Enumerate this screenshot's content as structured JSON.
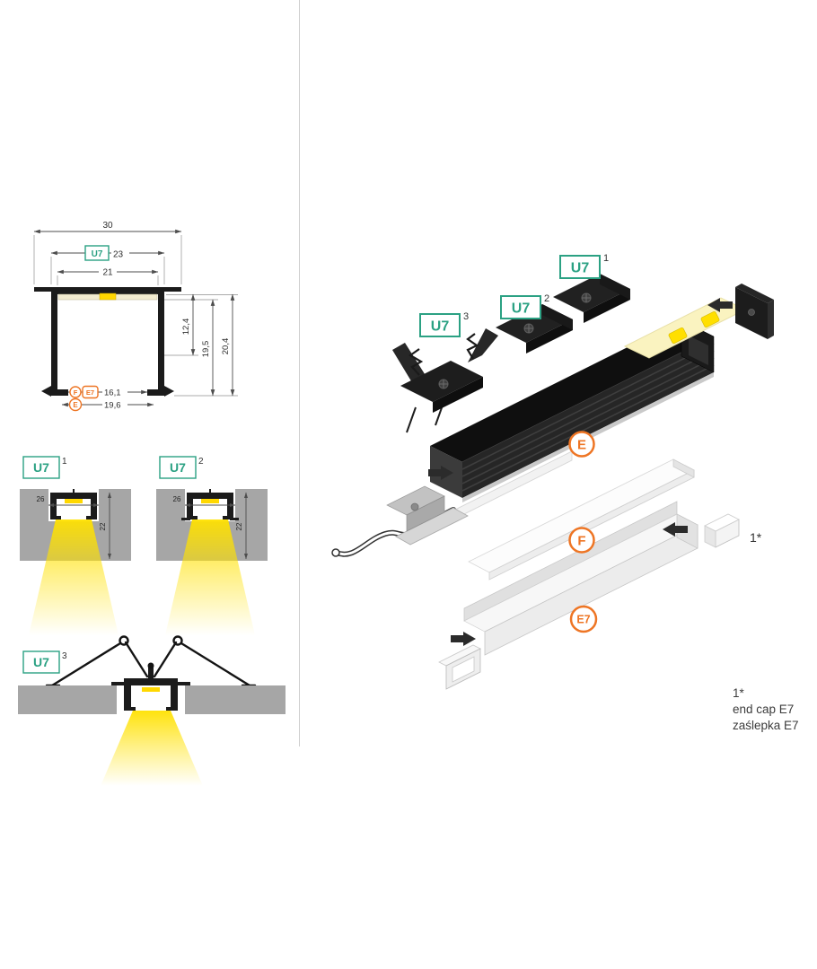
{
  "cross_section": {
    "dim_outer_width": "30",
    "profile_code": "U7",
    "dim_mid_width": "23",
    "dim_inner_width": "21",
    "dim_depth_inner": "12,4",
    "dim_depth_mid": "19,5",
    "dim_depth_outer": "20,4",
    "badge_f": "F",
    "badge_e7": "E7",
    "dim_cover_fe7": "16,1",
    "badge_e": "E",
    "dim_cover_e": "19,6"
  },
  "variant_1": {
    "label": "U7",
    "sup": "1",
    "dim_width": "26",
    "dim_height": "22"
  },
  "variant_2": {
    "label": "U7",
    "sup": "2",
    "dim_width": "26",
    "dim_height": "22"
  },
  "variant_3": {
    "label": "U7",
    "sup": "3"
  },
  "exploded": {
    "bracket_1": {
      "label": "U7",
      "sup": "1"
    },
    "bracket_2": {
      "label": "U7",
      "sup": "2"
    },
    "bracket_3": {
      "label": "U7",
      "sup": "3"
    },
    "badge_e": "E",
    "badge_f": "F",
    "badge_e7": "E7",
    "endcap_ref": "1*"
  },
  "footnote": {
    "marker": "1*",
    "line_en": "end cap E7",
    "line_pl": "zaślepka E7"
  },
  "colors": {
    "green": "#2ba183",
    "orange": "#ee7524",
    "yellow": "#ffdf00",
    "wall_gray": "#a6a6a6",
    "profile_dark": "#1e1e1e"
  }
}
